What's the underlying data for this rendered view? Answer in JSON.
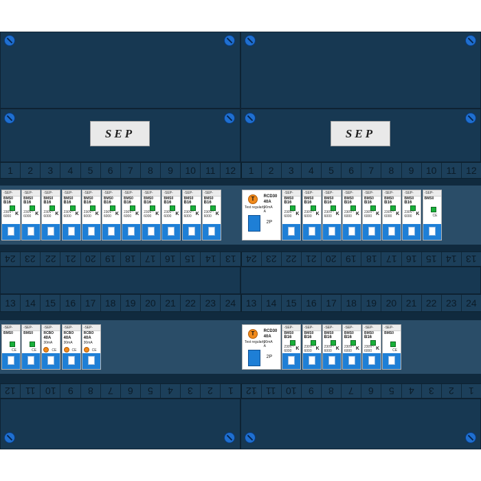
{
  "brand": "SEP",
  "colors": {
    "cover": "#173852",
    "dark_band": "#102a3e",
    "strip": "#1c3f5a",
    "breaker_blue": "#1e7fd6",
    "led_green": "#19b03a",
    "test_button": "#f08a1c",
    "screw": "#1f6fd0"
  },
  "icons": [
    "screw-icon",
    "sep-logo",
    "test-button-icon",
    "green-indicator-icon"
  ],
  "strips": {
    "row1_top": [
      "1",
      "2",
      "3",
      "4",
      "5",
      "6",
      "7",
      "8",
      "9",
      "10",
      "11",
      "12"
    ],
    "row1_bottom": [
      "13",
      "14",
      "15",
      "16",
      "17",
      "18",
      "19",
      "20",
      "21",
      "22",
      "23",
      "24"
    ],
    "row2_top": [
      "13",
      "14",
      "15",
      "16",
      "17",
      "18",
      "19",
      "20",
      "21",
      "22",
      "23",
      "24"
    ],
    "row2_bottom": [
      "1",
      "2",
      "3",
      "4",
      "5",
      "6",
      "7",
      "8",
      "9",
      "10",
      "11",
      "12"
    ]
  },
  "mcb": {
    "top_text": "-SEP-",
    "model": "BMS0",
    "rating": "B16",
    "voltage": "230V~",
    "capacity": "6000",
    "class_mark": "K",
    "ce_mark": "CE"
  },
  "rcd": {
    "test_label": "T",
    "test_caption": "Test regularly",
    "model": "RCD30",
    "amps": "40A",
    "sensitivity": "30mA",
    "type": "A",
    "poles": "2P"
  },
  "rcbo": {
    "model": "RCBO",
    "amps": "40A",
    "sensitivity": "30mA"
  }
}
